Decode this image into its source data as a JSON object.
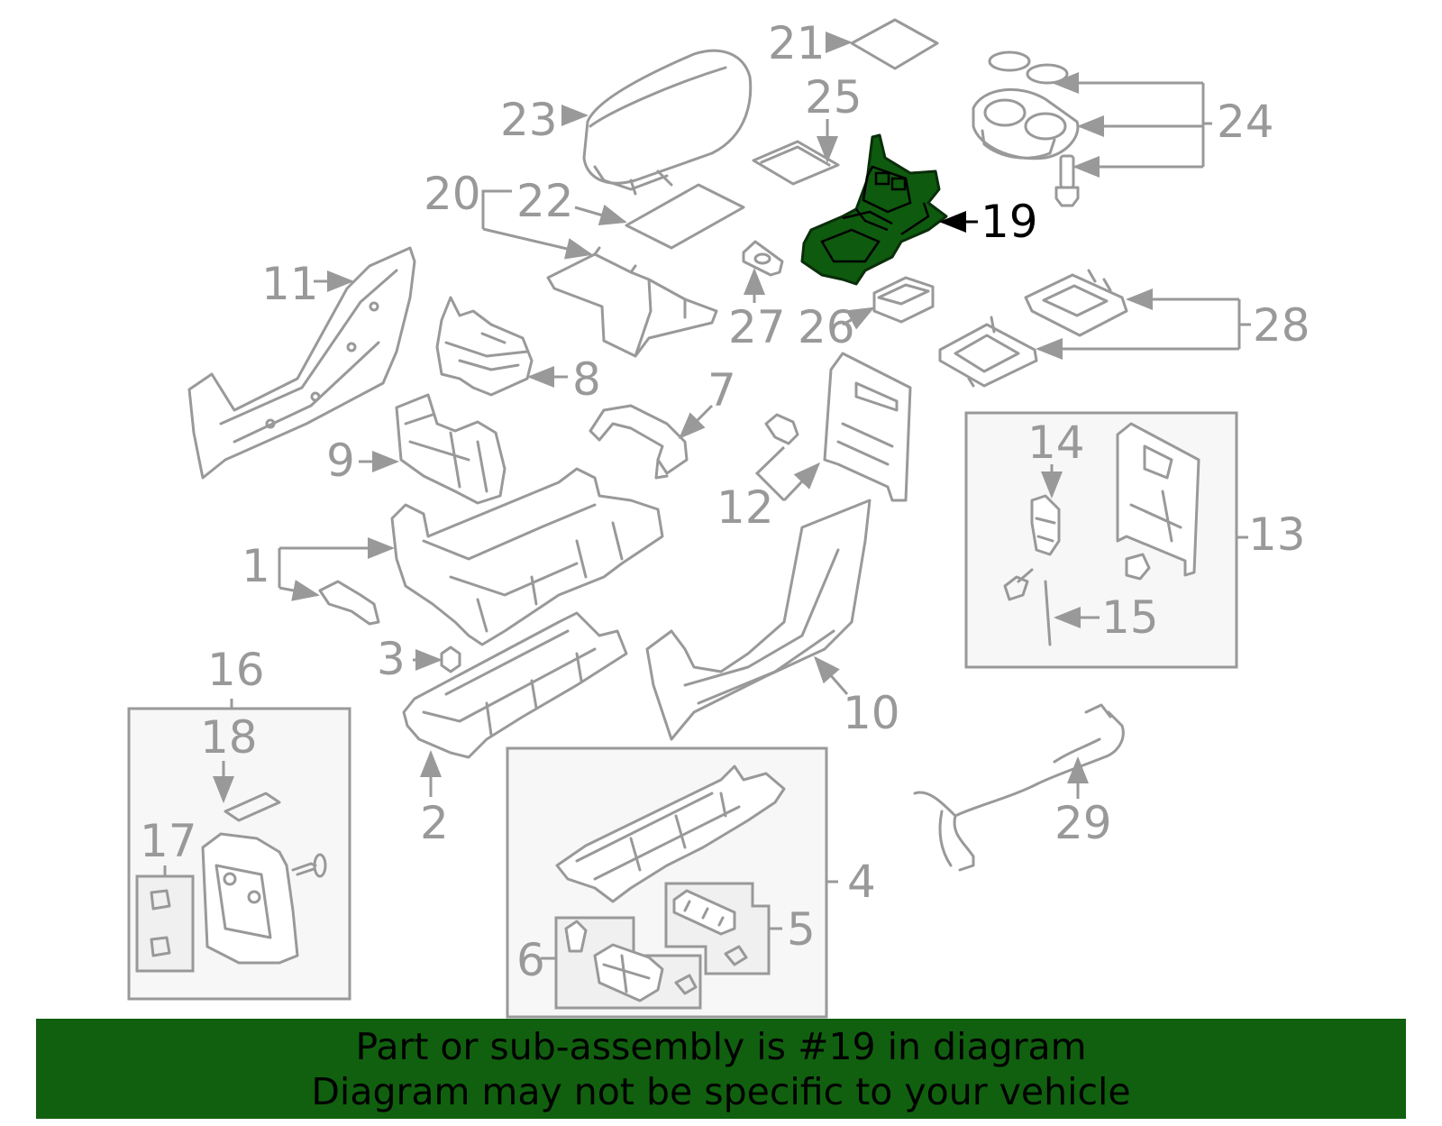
{
  "callouts": {
    "c1": "1",
    "c2": "2",
    "c3": "3",
    "c4": "4",
    "c5": "5",
    "c6": "6",
    "c7": "7",
    "c8": "8",
    "c9": "9",
    "c10": "10",
    "c11": "11",
    "c12": "12",
    "c13": "13",
    "c14": "14",
    "c15": "15",
    "c16": "16",
    "c17": "17",
    "c18": "18",
    "c19": "19",
    "c20": "20",
    "c21": "21",
    "c22": "22",
    "c23": "23",
    "c24": "24",
    "c25": "25",
    "c26": "26",
    "c27": "27",
    "c28": "28",
    "c29": "29"
  },
  "highlight": {
    "part": "19",
    "color": "#0e5a0e"
  },
  "banner": {
    "line1": "Part or sub-assembly is #19 in diagram",
    "line2": "Diagram may not be specific to your vehicle",
    "background": "#11600f"
  }
}
